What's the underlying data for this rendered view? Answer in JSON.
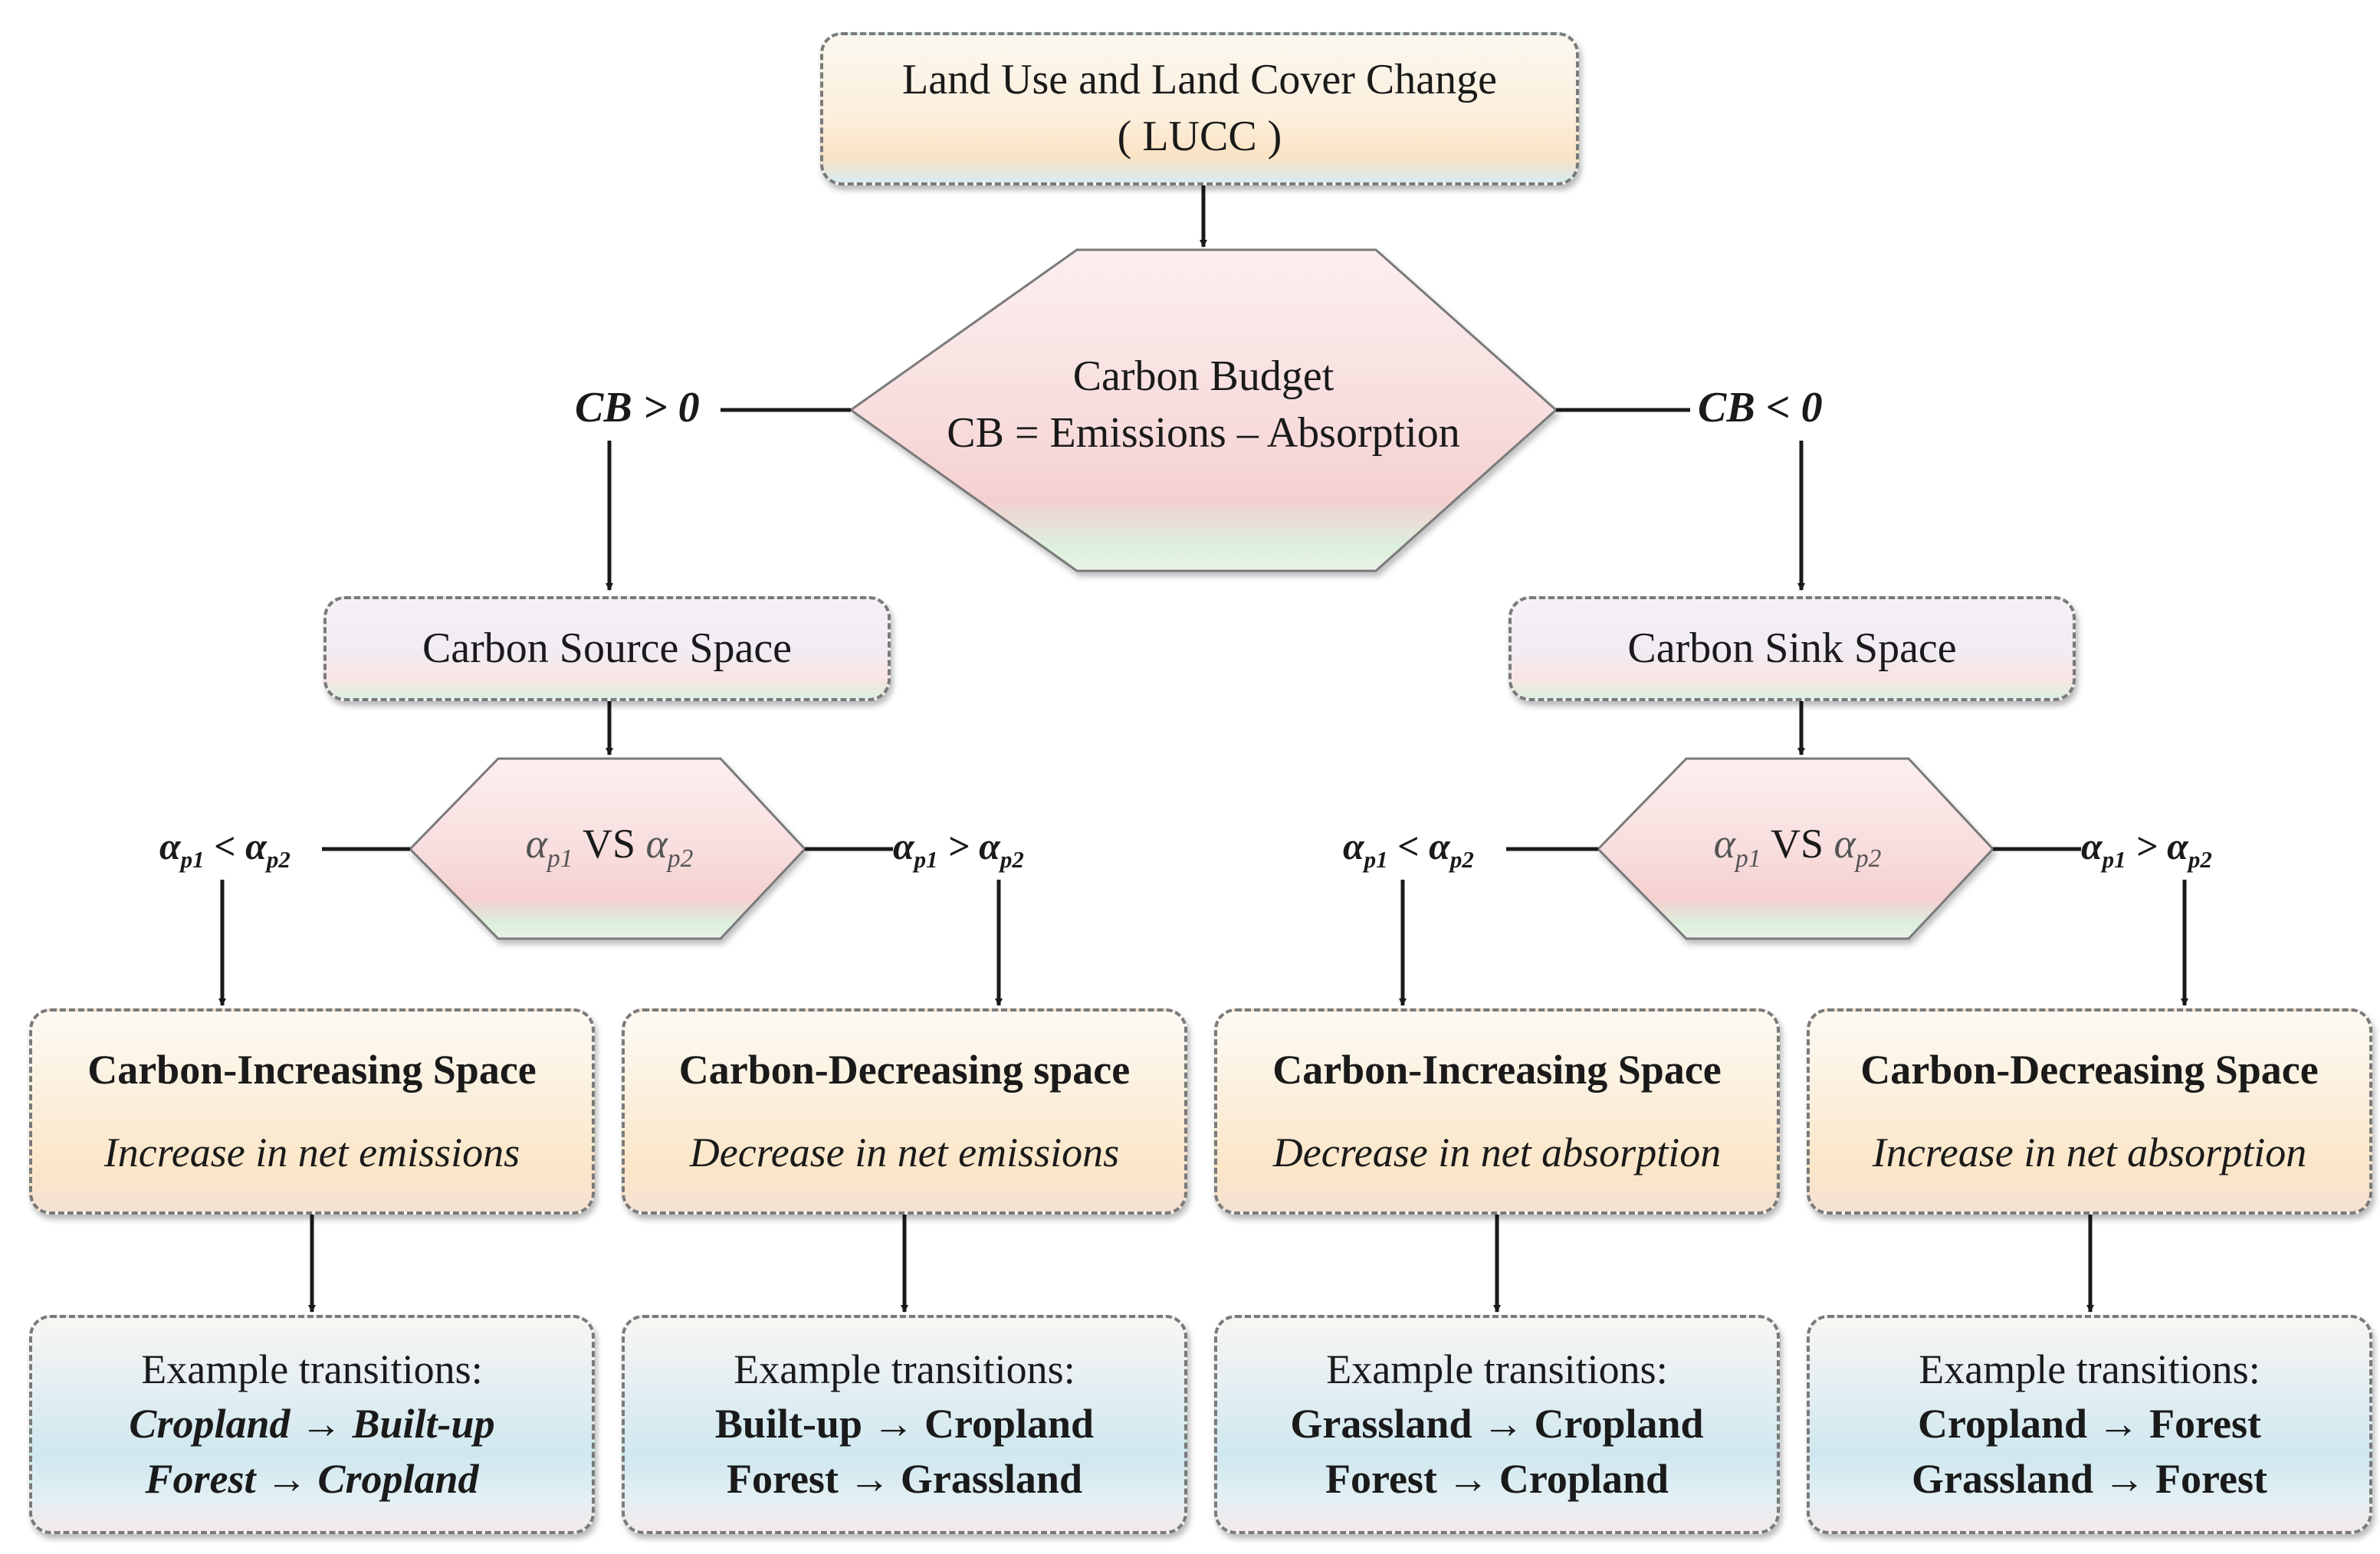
{
  "lucc": {
    "line1": "Land Use and Land Cover Change",
    "line2": "( LUCC )"
  },
  "budget": {
    "title": "Carbon Budget",
    "formula": "CB = Emissions – Absorption"
  },
  "branches": {
    "left": "CB > 0",
    "right": "CB < 0"
  },
  "source_space": "Carbon Source Space",
  "sink_space": "Carbon Sink Space",
  "compare": {
    "alpha": "α",
    "p1": "p1",
    "p2": "p2",
    "vs": "VS",
    "lt": "<",
    "gt": ">"
  },
  "outcomes": [
    {
      "title": "Carbon-Increasing Space",
      "desc": "Increase in net emissions"
    },
    {
      "title": "Carbon-Decreasing space",
      "desc": "Decrease in net emissions"
    },
    {
      "title": "Carbon-Increasing Space",
      "desc": "Decrease in net absorption"
    },
    {
      "title": "Carbon-Decreasing Space",
      "desc": "Increase in net absorption"
    }
  ],
  "examples": [
    {
      "heading": "Example transitions:",
      "t1": "Cropland → Built-up",
      "t2": "Forest → Cropland"
    },
    {
      "heading": "Example transitions:",
      "t1": "Built-up → Cropland",
      "t2": "Forest → Grassland"
    },
    {
      "heading": "Example transitions:",
      "t1": "Grassland → Cropland",
      "t2": "Forest → Cropland"
    },
    {
      "heading": "Example transitions:",
      "t1": "Cropland → Forest",
      "t2": "Grassland → Forest"
    }
  ],
  "colors": {
    "stroke": "#1a1a1a",
    "dash": "#7a7a7a",
    "hex_top": "#fbe3e3",
    "hex_mid": "#f6d2d2",
    "hex_bottom": "#d8eed8"
  }
}
